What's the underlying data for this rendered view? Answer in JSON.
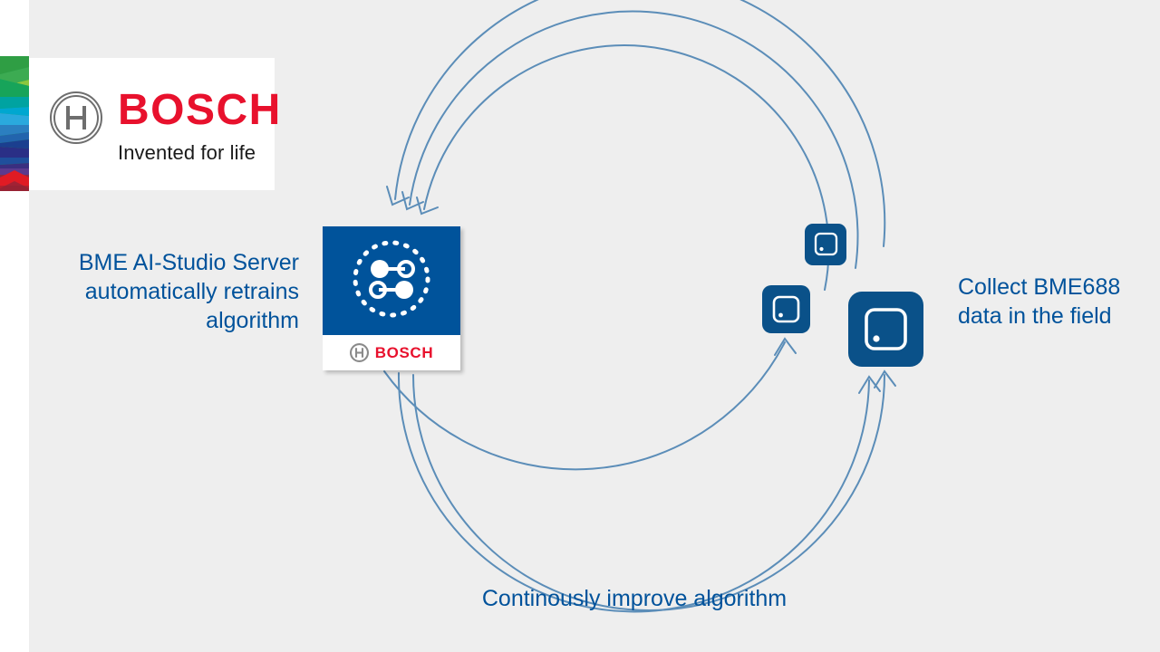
{
  "slide": {
    "background_color": "#eeeeee",
    "brand_blue": "#00529b",
    "device_blue": "#0a5189",
    "arc_color": "#5b8db8",
    "bosch_red": "#e8112d"
  },
  "brand": {
    "logo_wordmark": "BOSCH",
    "logo_claim": "Invented for life",
    "anchor_icon": "bosch-anchor-icon",
    "supergraphic_icon": "bosch-supergraphic"
  },
  "server_card": {
    "icon_name": "ai-network-icon",
    "footer_wordmark": "BOSCH",
    "footer_anchor_icon": "bosch-anchor-icon"
  },
  "devices": [
    {
      "name": "bme688-sensor-small",
      "icon": "sensor-chip-icon"
    },
    {
      "name": "bme688-sensor-medium",
      "icon": "sensor-chip-icon"
    },
    {
      "name": "bme688-sensor-large",
      "icon": "sensor-chip-icon"
    }
  ],
  "labels": {
    "left": "BME AI-Studio Server automatically retrains algorithm",
    "right": "Collect BME688 data in the field",
    "bottom": "Continously improve algorithm"
  },
  "arrows": {
    "top_group_label": "retrain-flow-arrows",
    "bottom_group_label": "collect-flow-arrows",
    "count_top": 3,
    "count_bottom": 3
  }
}
